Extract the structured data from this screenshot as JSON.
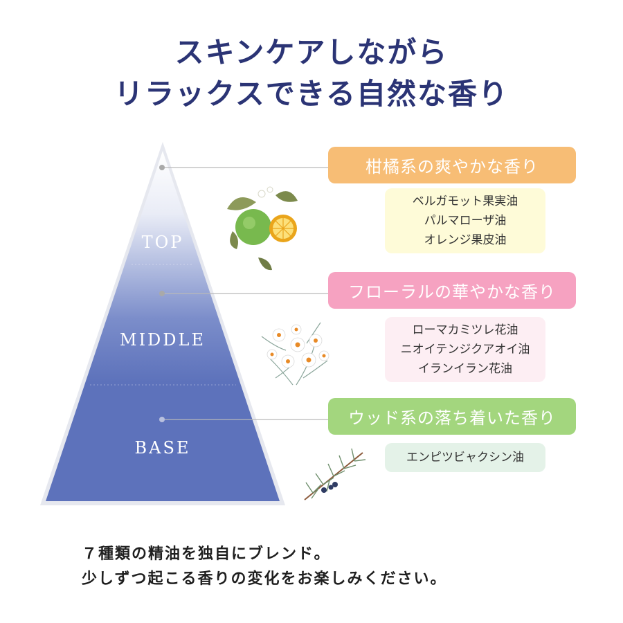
{
  "headline": {
    "line1": "スキンケアしながら",
    "line2": "リラックスできる自然な香り"
  },
  "pyramid": {
    "tiers": [
      {
        "label": "TOP",
        "category": "柑橘系の爽やかな香り",
        "category_color": "#f7bd75",
        "oils": [
          "ベルガモット果実油",
          "パルマローザ油",
          "オレンジ果皮油"
        ],
        "oil_box_color": "#fefbd8",
        "illustration": "citrus-illustration"
      },
      {
        "label": "MIDDLE",
        "category": "フローラルの華やかな香り",
        "category_color": "#f6a2c1",
        "oils": [
          "ローマカミツレ花油",
          "ニオイテンジクアオイ油",
          "イランイラン花油"
        ],
        "oil_box_color": "#fdeef3",
        "illustration": "chamomile-illustration"
      },
      {
        "label": "BASE",
        "category": "ウッド系の落ち着いた香り",
        "category_color": "#a3d67e",
        "oils": [
          "エンピツビャクシン油"
        ],
        "oil_box_color": "#e4f2e8",
        "illustration": "juniper-illustration"
      }
    ]
  },
  "footer": {
    "line1": "７種類の精油を独自にブレンド。",
    "line2": "少しずつ起こる香りの変化をお楽しみください。"
  },
  "colors": {
    "headline": "#2b3475",
    "pyramid_base": "#5d72bb"
  }
}
